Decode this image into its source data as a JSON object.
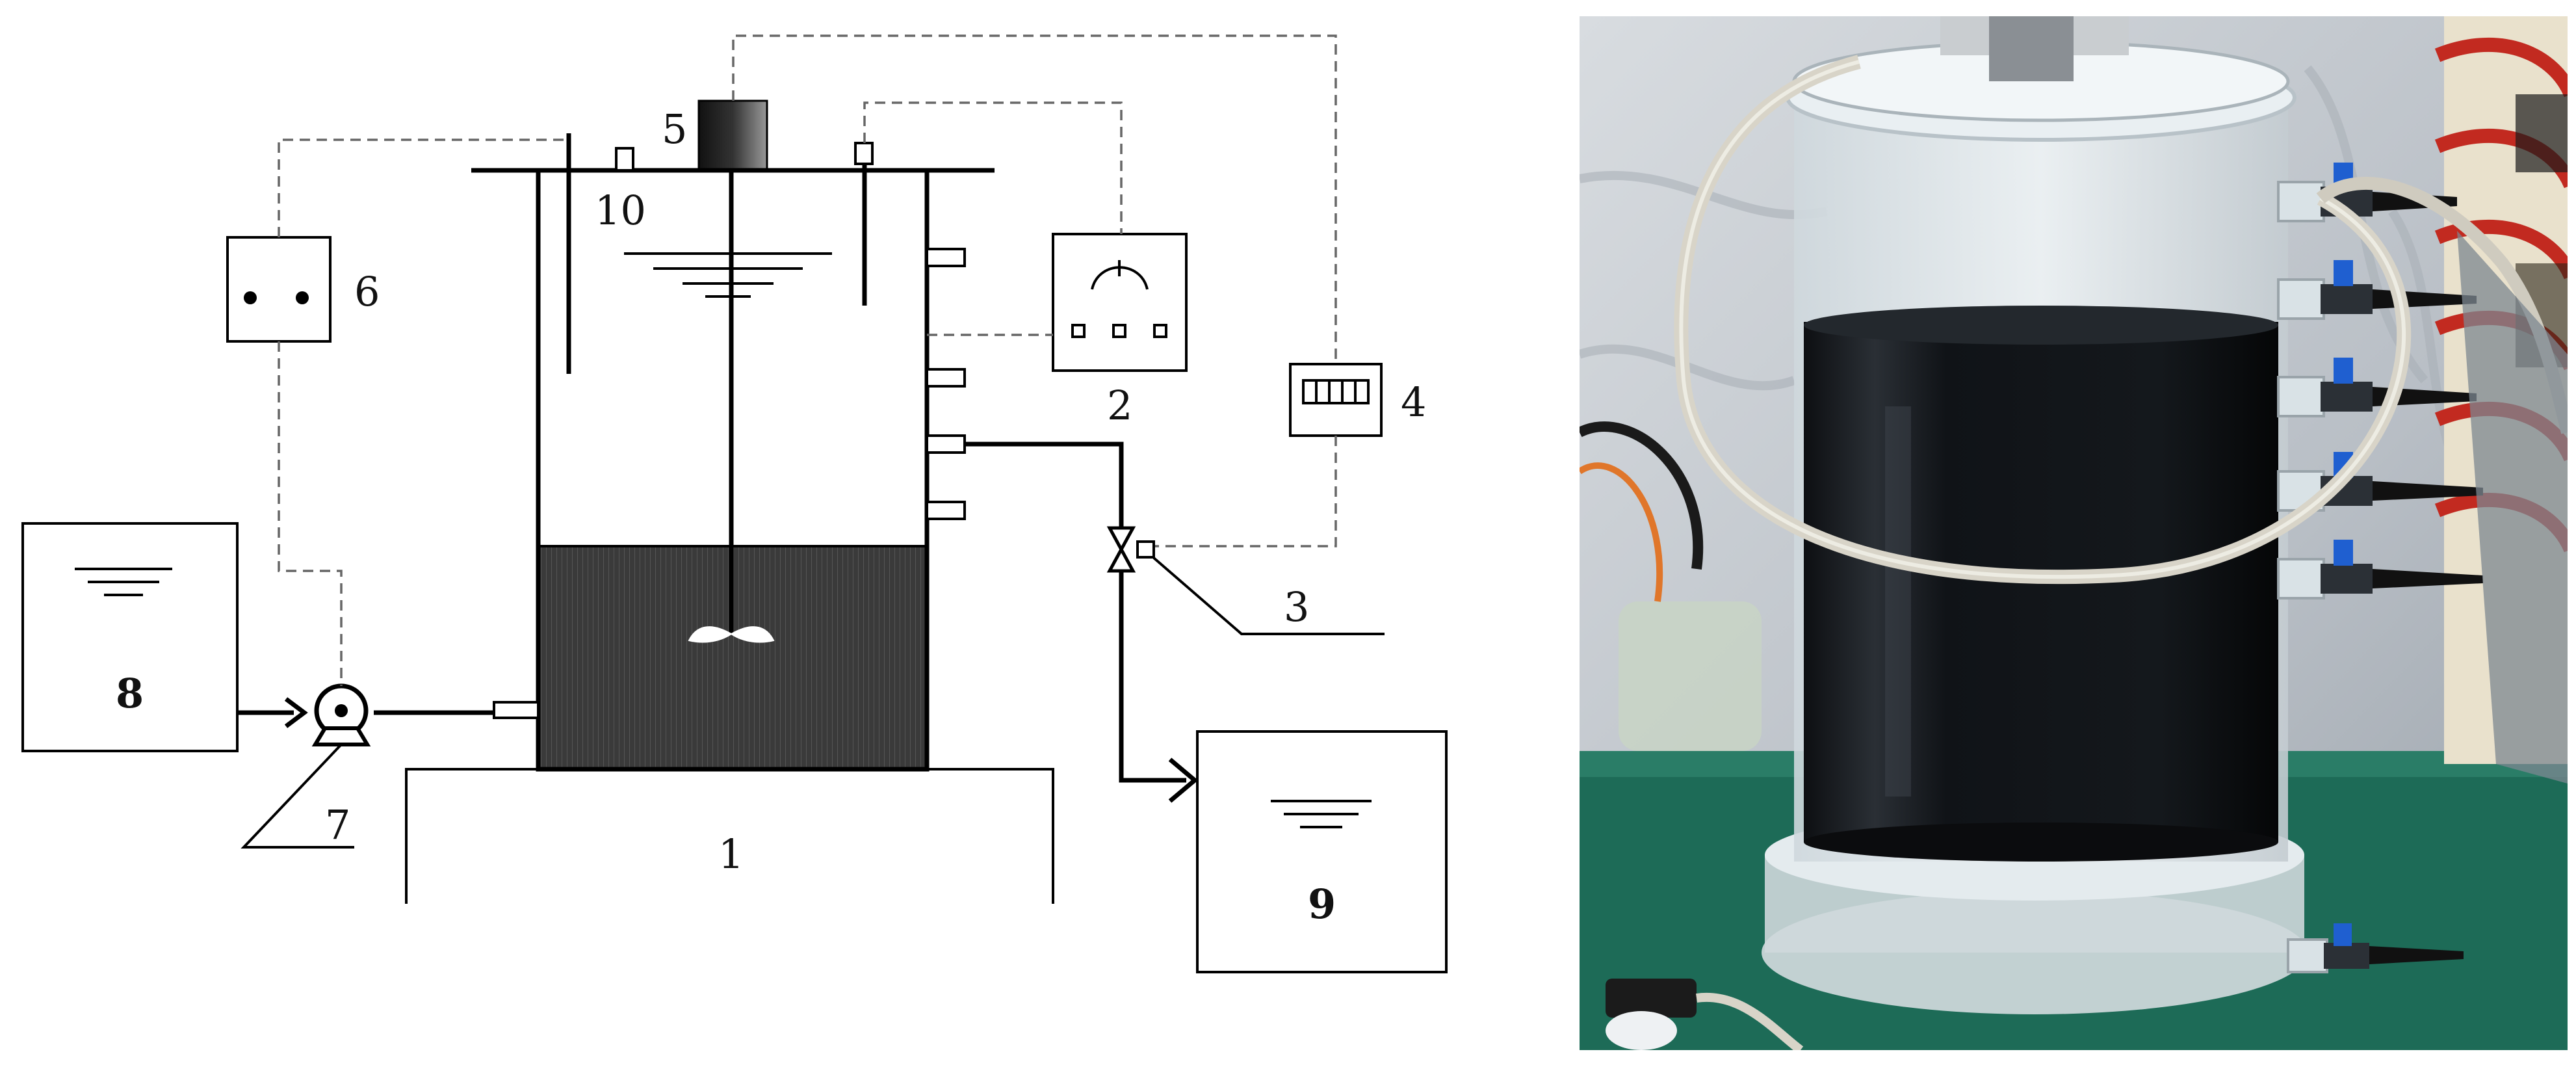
{
  "schematic": {
    "labels": {
      "base": "1",
      "controller": "2",
      "valve": "3",
      "timer": "4",
      "motor": "5",
      "pump_controller": "6",
      "pump": "7",
      "feed_tank": "8",
      "effluent_tank": "9",
      "sensor_port": "10"
    }
  },
  "photo": {
    "colors": {
      "background": "#c9ced4",
      "liquid": "#15181c",
      "acrylic": "#e6eef2",
      "valve_blue": "#1f5fd0",
      "tube": "#d8d4c8",
      "bench": "#1d6b57",
      "coil_red": "#c22a20"
    }
  }
}
